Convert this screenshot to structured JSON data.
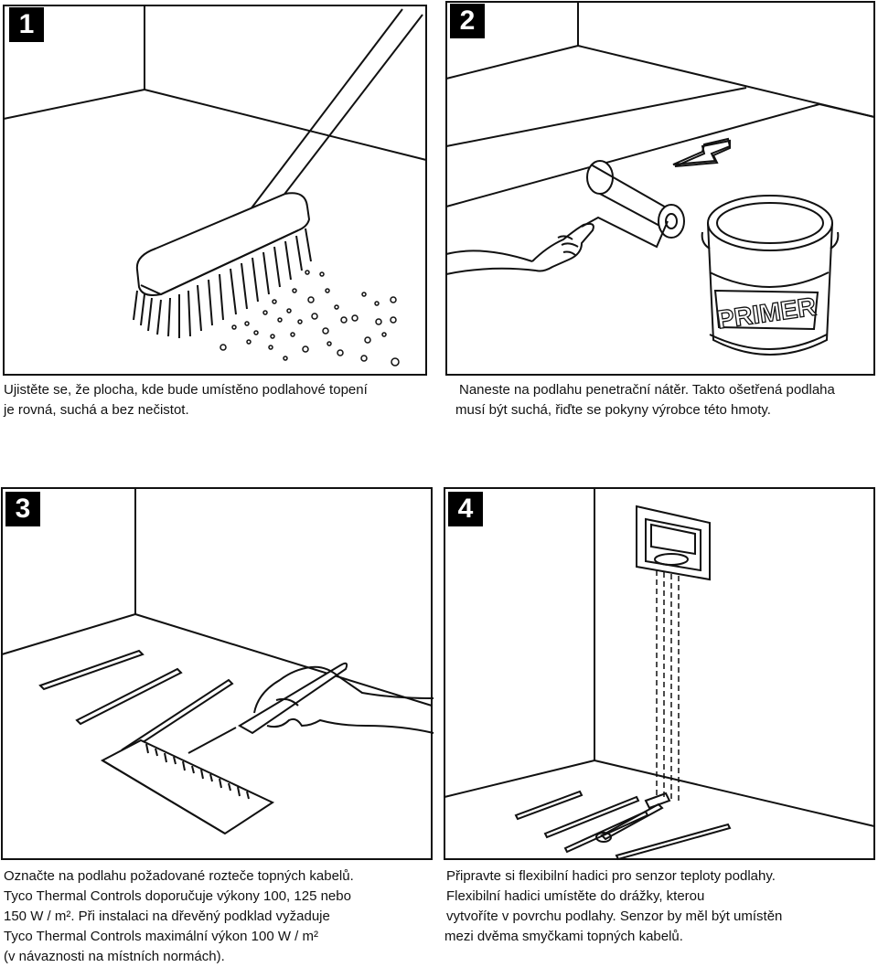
{
  "steps": [
    {
      "number": "1",
      "caption": [
        "Ujistěte se, že plocha, kde bude umístěno podlahové topení",
        "je rovná, suchá a bez nečistot."
      ]
    },
    {
      "number": "2",
      "can_label": "PRIMER",
      "caption": [
        "Naneste na podlahu penetrační nátěr. Takto ošetřená podlaha",
        "musí být suchá, řiďte se pokyny výrobce této hmoty."
      ]
    },
    {
      "number": "3",
      "caption": [
        "Označte na podlahu požadované rozteče topných kabelů.",
        "Tyco Thermal Controls doporučuje výkony 100, 125 nebo",
        "150 W / m². Při instalaci na dřevěný podklad vyžaduje",
        "Tyco Thermal Controls maximální výkon 100 W / m²",
        "(v návaznosti na místních normách)."
      ]
    },
    {
      "number": "4",
      "caption": [
        "Připravte si flexibilní hadici pro senzor teploty podlahy.",
        "Flexibilní hadici umístěte do drážky, kterou",
        "vytvoříte v povrchu podlahy. Senzor by měl být umístěn",
        "mezi dvěma smyčkami topných kabelů."
      ]
    }
  ]
}
